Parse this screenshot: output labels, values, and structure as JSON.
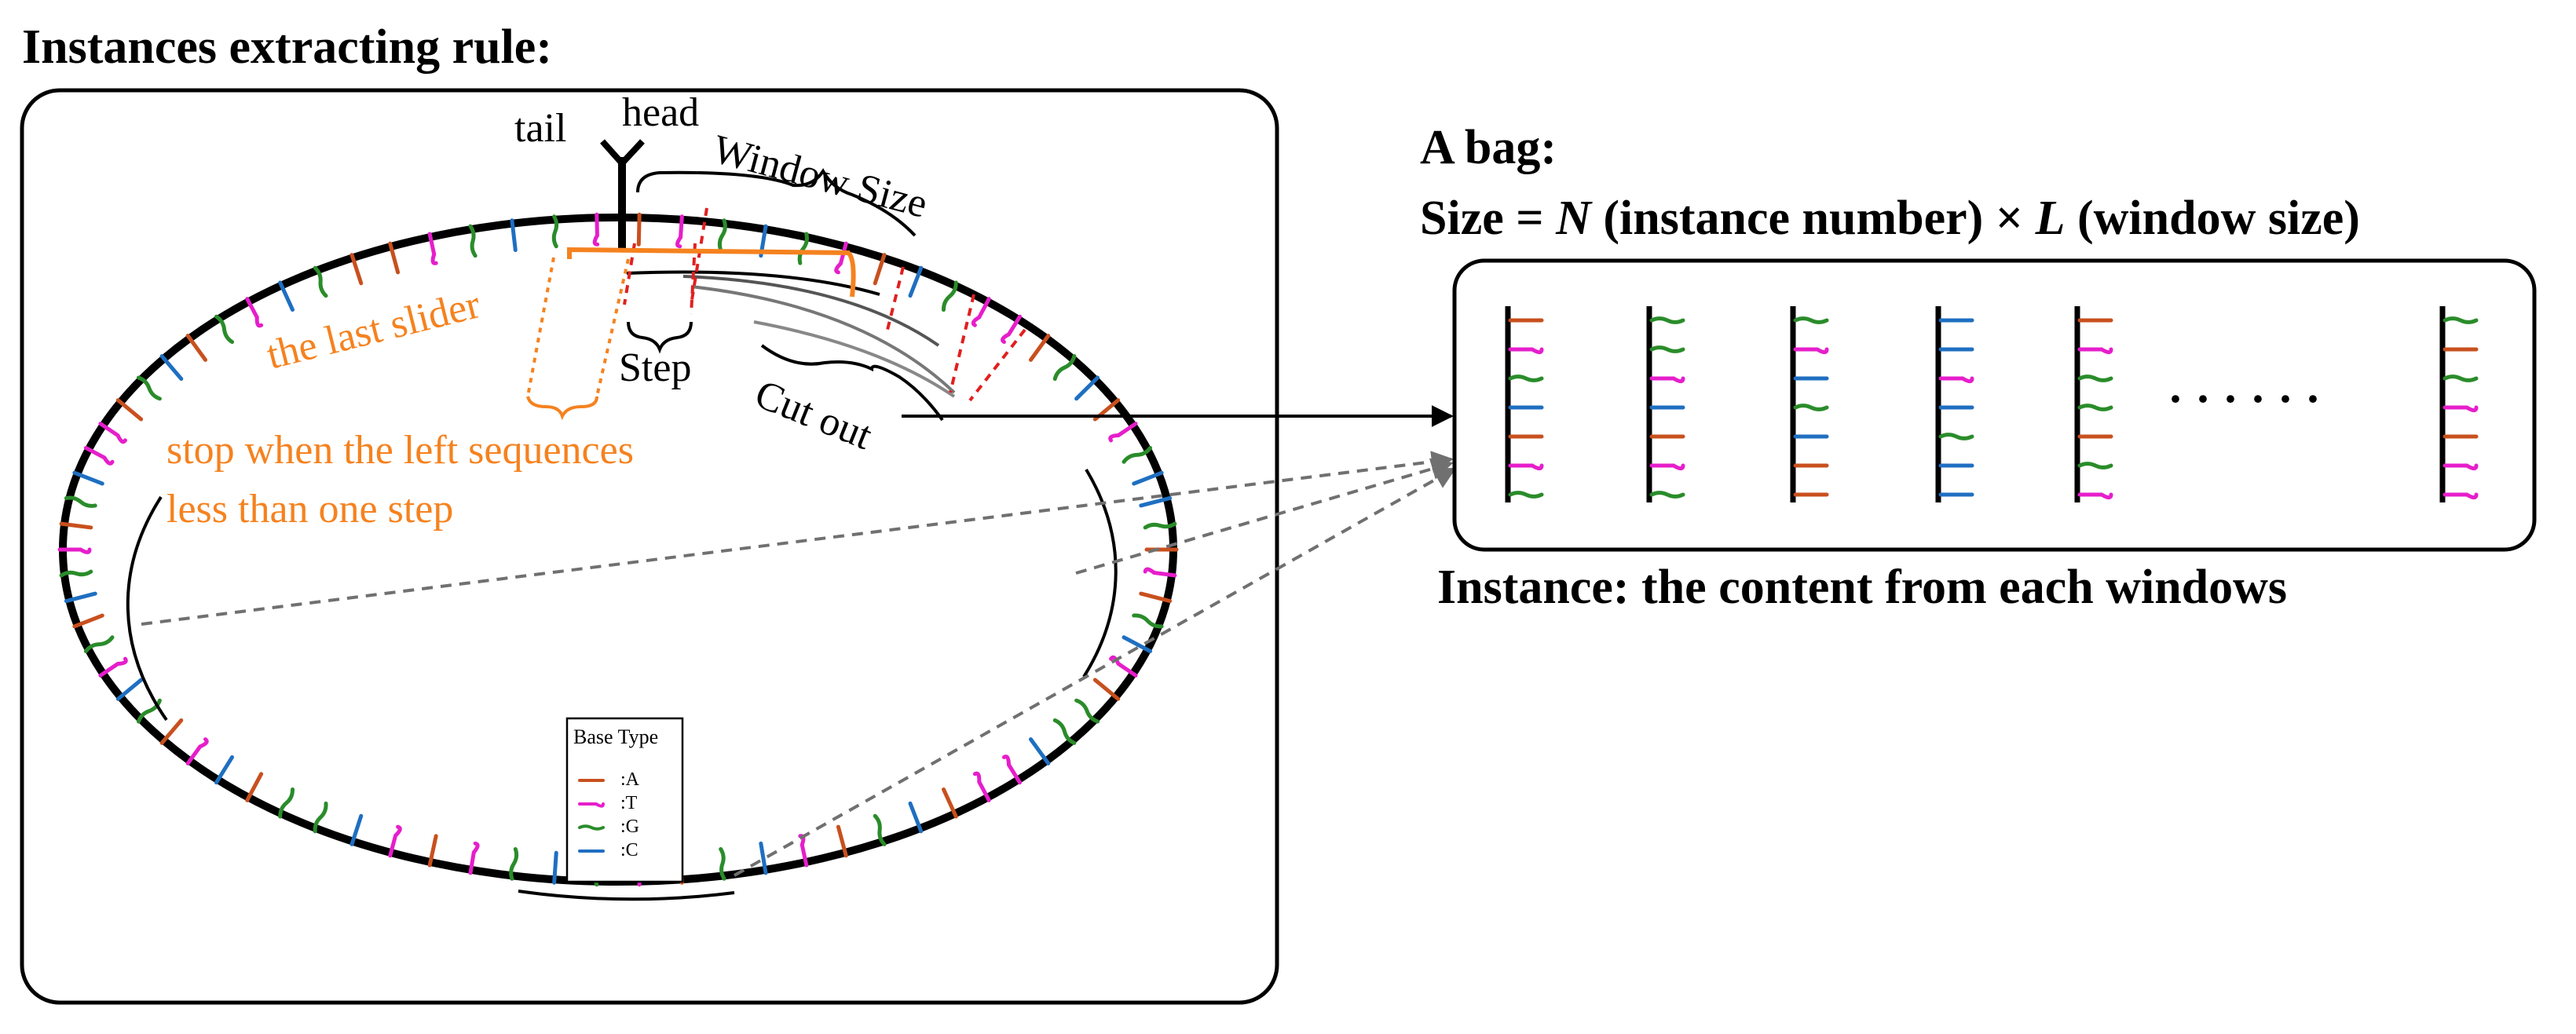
{
  "titles": {
    "left": "Instances extracting rule:",
    "bag": "A bag:",
    "size_prefix": "Size = ",
    "size_N": "N",
    "size_mid": " (instance number) × ",
    "size_L": "L",
    "size_suffix": " (window size)",
    "instance": "Instance: the content from each windows"
  },
  "labels": {
    "tail": "tail",
    "head": "head",
    "window_size": "Window Size",
    "step": "Step",
    "cut_out": "Cut out",
    "last_slider": "the last slider",
    "stop_line1": "stop when the left sequences",
    "stop_line2": "less than one step",
    "ellipsis": "· · · · · ·"
  },
  "legend": {
    "title": "Base Type",
    "items": [
      {
        "label": ":A",
        "color": "#c8501e"
      },
      {
        "label": ":T",
        "color": "#e61ecb"
      },
      {
        "label": ":G",
        "color": "#2a8c2a"
      },
      {
        "label": ":C",
        "color": "#1f6fc1"
      }
    ]
  },
  "colors": {
    "A": "#c8501e",
    "T": "#e61ecb",
    "G": "#2a8c2a",
    "C": "#1f6fc1",
    "orange": "#f5821f",
    "red_dashed": "#e02020",
    "gray": "#707070"
  },
  "bag_instances": [
    [
      "A",
      "T",
      "G",
      "C",
      "A",
      "T",
      "G"
    ],
    [
      "G",
      "G",
      "T",
      "C",
      "A",
      "T",
      "G"
    ],
    [
      "G",
      "T",
      "C",
      "G",
      "C",
      "A",
      "A"
    ],
    [
      "C",
      "C",
      "T",
      "C",
      "G",
      "C",
      "C"
    ],
    [
      "A",
      "T",
      "G",
      "G",
      "A",
      "G",
      "T"
    ],
    [
      "G",
      "A",
      "G",
      "T",
      "A",
      "T",
      "T"
    ]
  ]
}
